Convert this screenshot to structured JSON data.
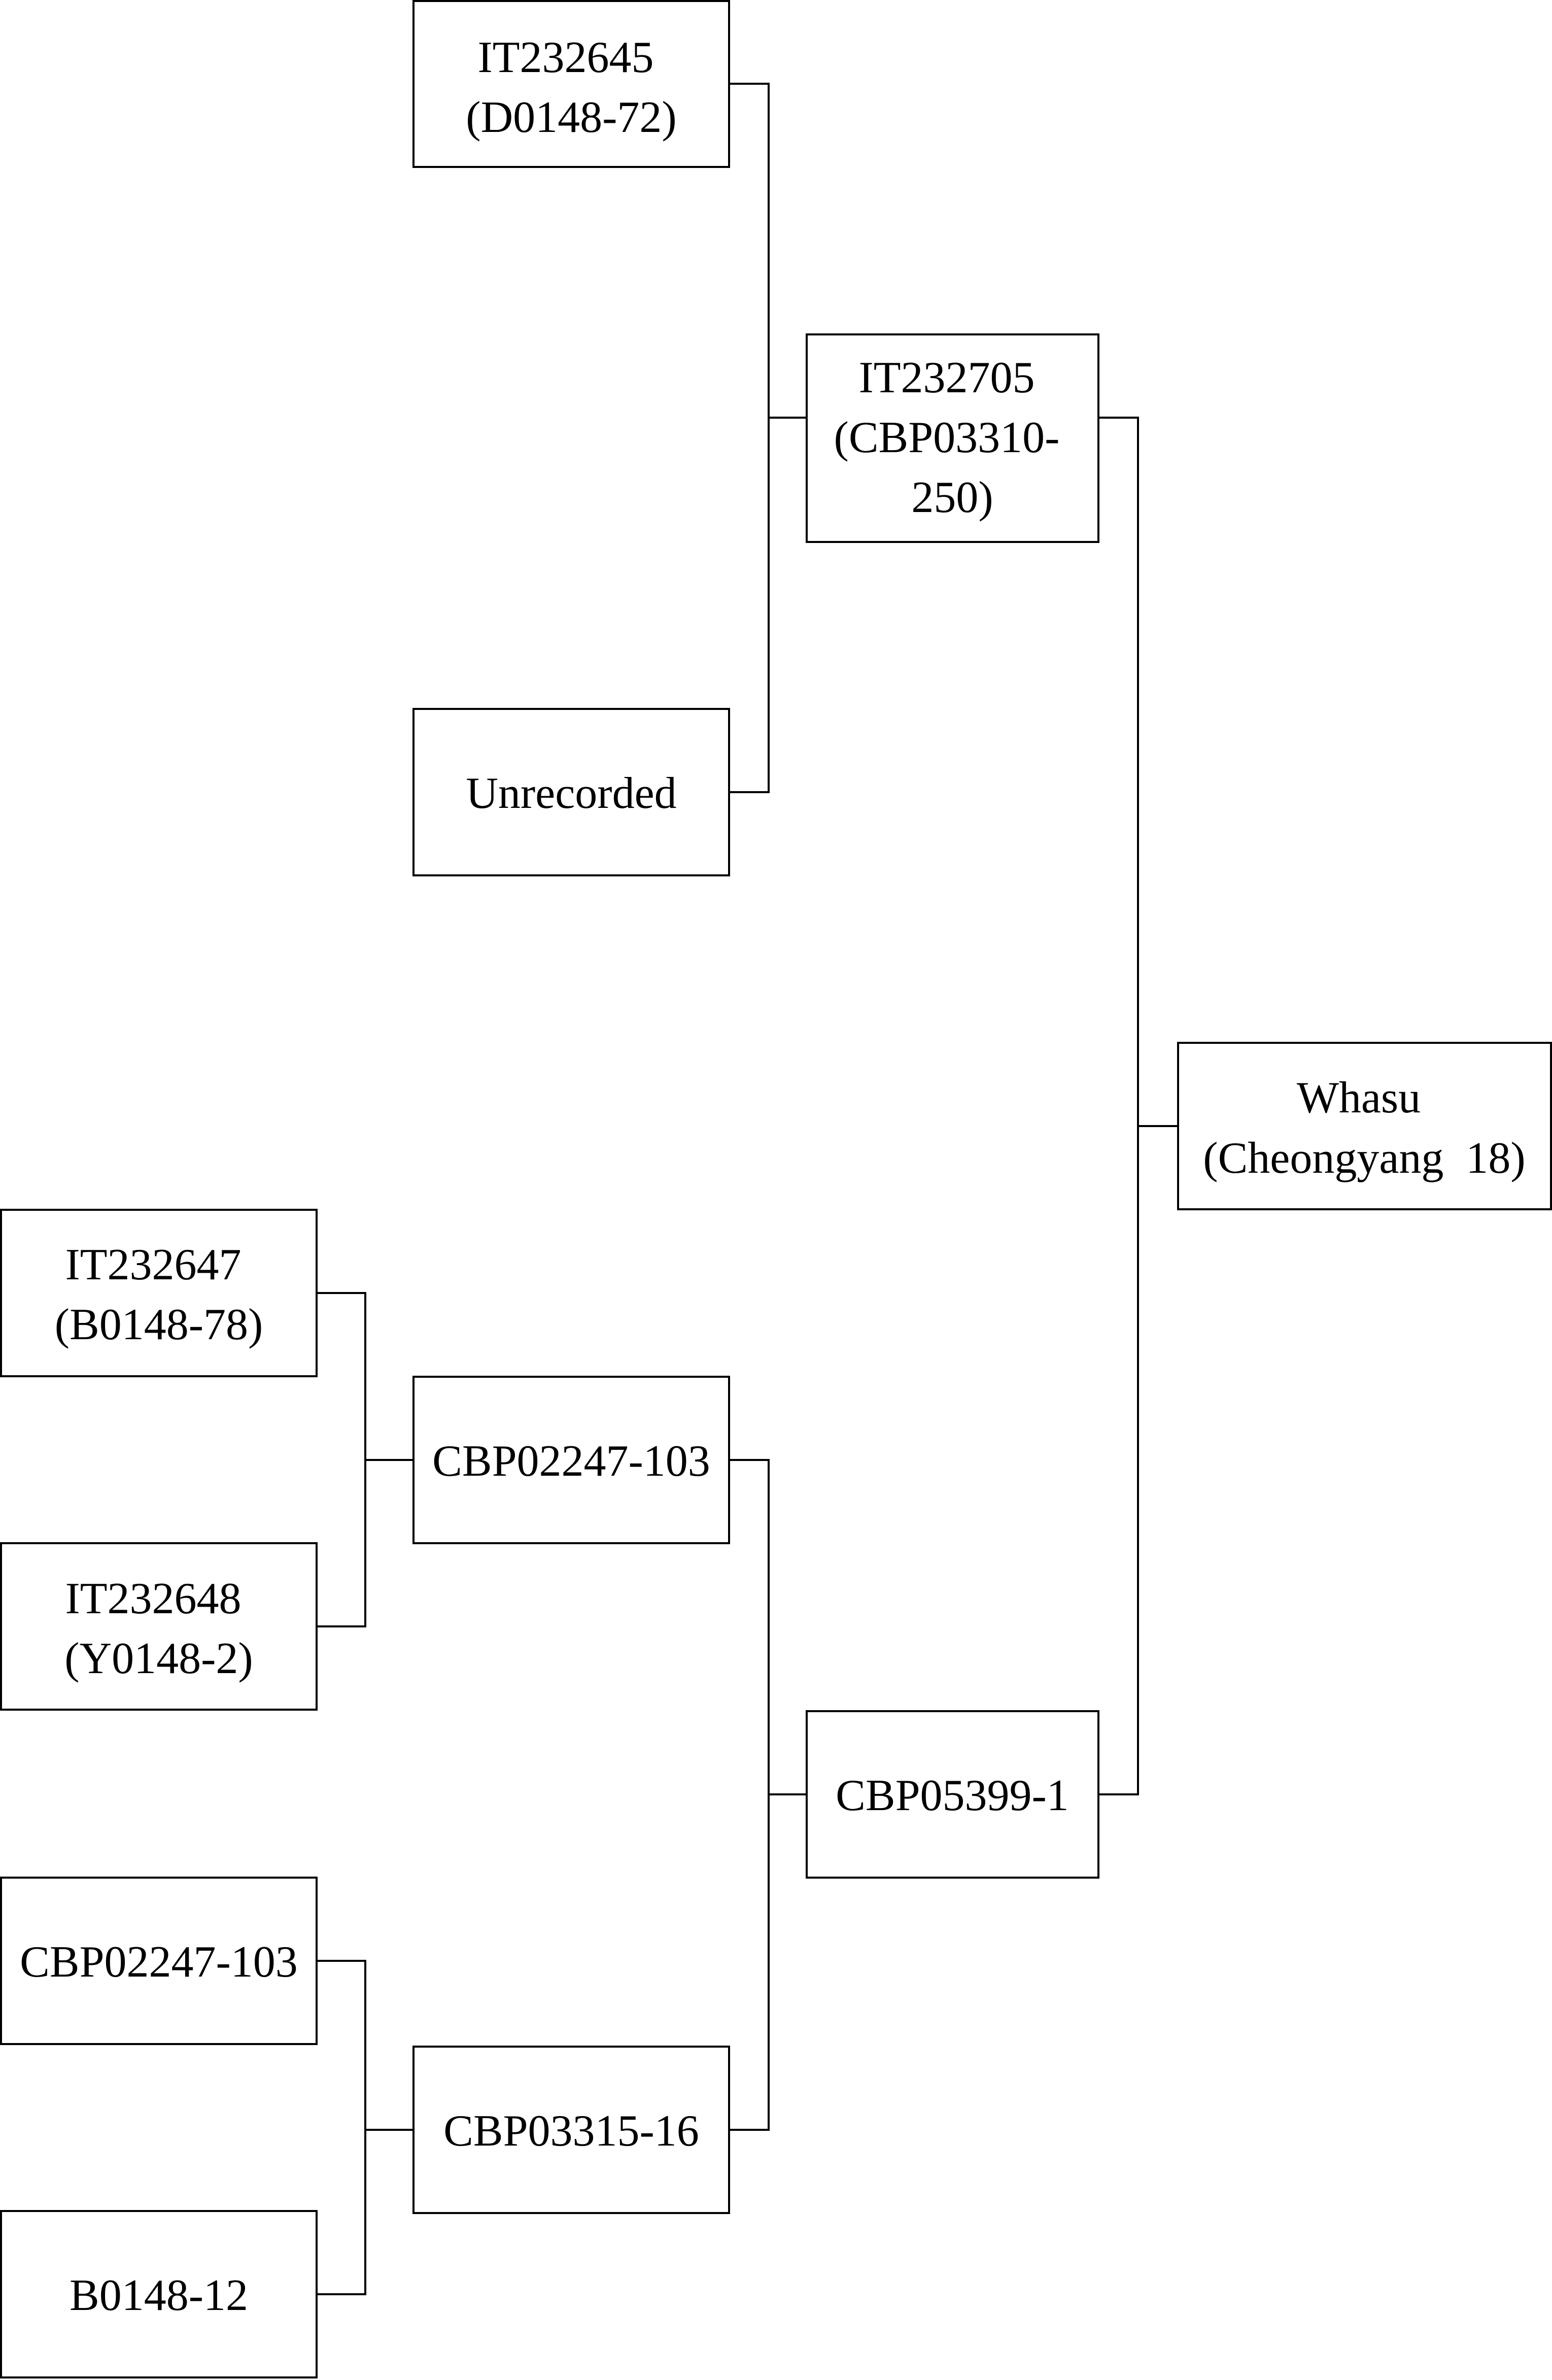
{
  "pedigree": {
    "nodes": {
      "it232645": {
        "lines": [
          "IT232645",
          "(D0148-72)"
        ]
      },
      "unrecorded": {
        "lines": [
          "Unrecorded"
        ]
      },
      "it232705": {
        "lines": [
          "IT232705",
          "(CBP03310-",
          "250)"
        ]
      },
      "whasu": {
        "lines": [
          "Whasu",
          "(Cheongyang  18)"
        ]
      },
      "it232647": {
        "lines": [
          "IT232647",
          "(B0148-78)"
        ]
      },
      "it232648": {
        "lines": [
          "IT232648",
          "(Y0148-2)"
        ]
      },
      "cbp02247_103_mid": {
        "lines": [
          "CBP02247-103"
        ]
      },
      "cbp05399_1": {
        "lines": [
          "CBP05399-1"
        ]
      },
      "cbp02247_103_left": {
        "lines": [
          "CBP02247-103"
        ]
      },
      "b0148_12": {
        "lines": [
          "B0148-12"
        ]
      },
      "cbp03315_16": {
        "lines": [
          "CBP03315-16"
        ]
      }
    }
  }
}
